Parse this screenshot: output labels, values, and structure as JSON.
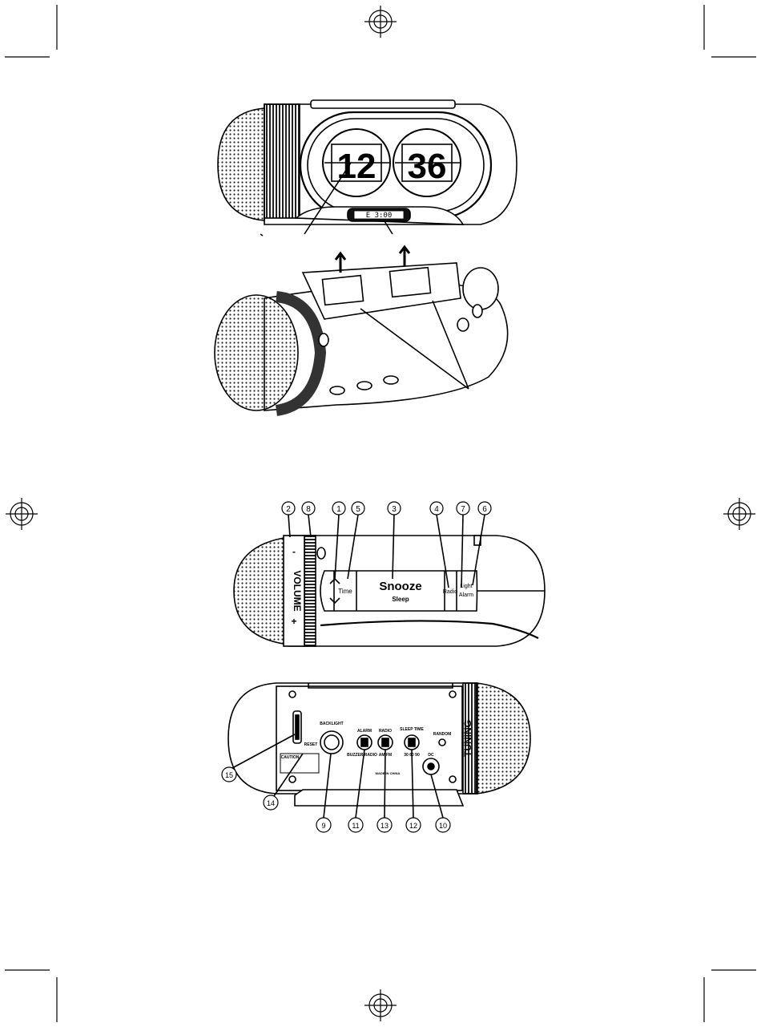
{
  "flip_clock": {
    "hour": "12",
    "minute": "36",
    "lcd": "E 3:00"
  },
  "top_panel": {
    "buttons": {
      "time": "Time",
      "snooze": "Snooze",
      "sleep": "Sleep",
      "radio": "Radio",
      "light": "Light",
      "alarm": "Alarm"
    },
    "volume": "VOLUME",
    "volume_minus": "-",
    "volume_plus": "+",
    "callouts": [
      "2",
      "8",
      "1",
      "5",
      "3",
      "4",
      "7",
      "6"
    ]
  },
  "back_panel": {
    "backlight": "BACKLIGHT",
    "reset": "RESET",
    "caution": "CAUTION",
    "alarm": "ALARM",
    "buzzer_radio": "BUZZER  RADIO",
    "radio": "RADIO",
    "am_fm": "AM  FM",
    "sleep_time": "SLEEP TIME",
    "sleep_values": "30  60  90",
    "random": "RANDOM",
    "dc": "DC",
    "made_in": "MADE IN CHINA",
    "tuning": "TUNING",
    "callouts": [
      "15",
      "14",
      "9",
      "11",
      "13",
      "12",
      "10"
    ]
  }
}
